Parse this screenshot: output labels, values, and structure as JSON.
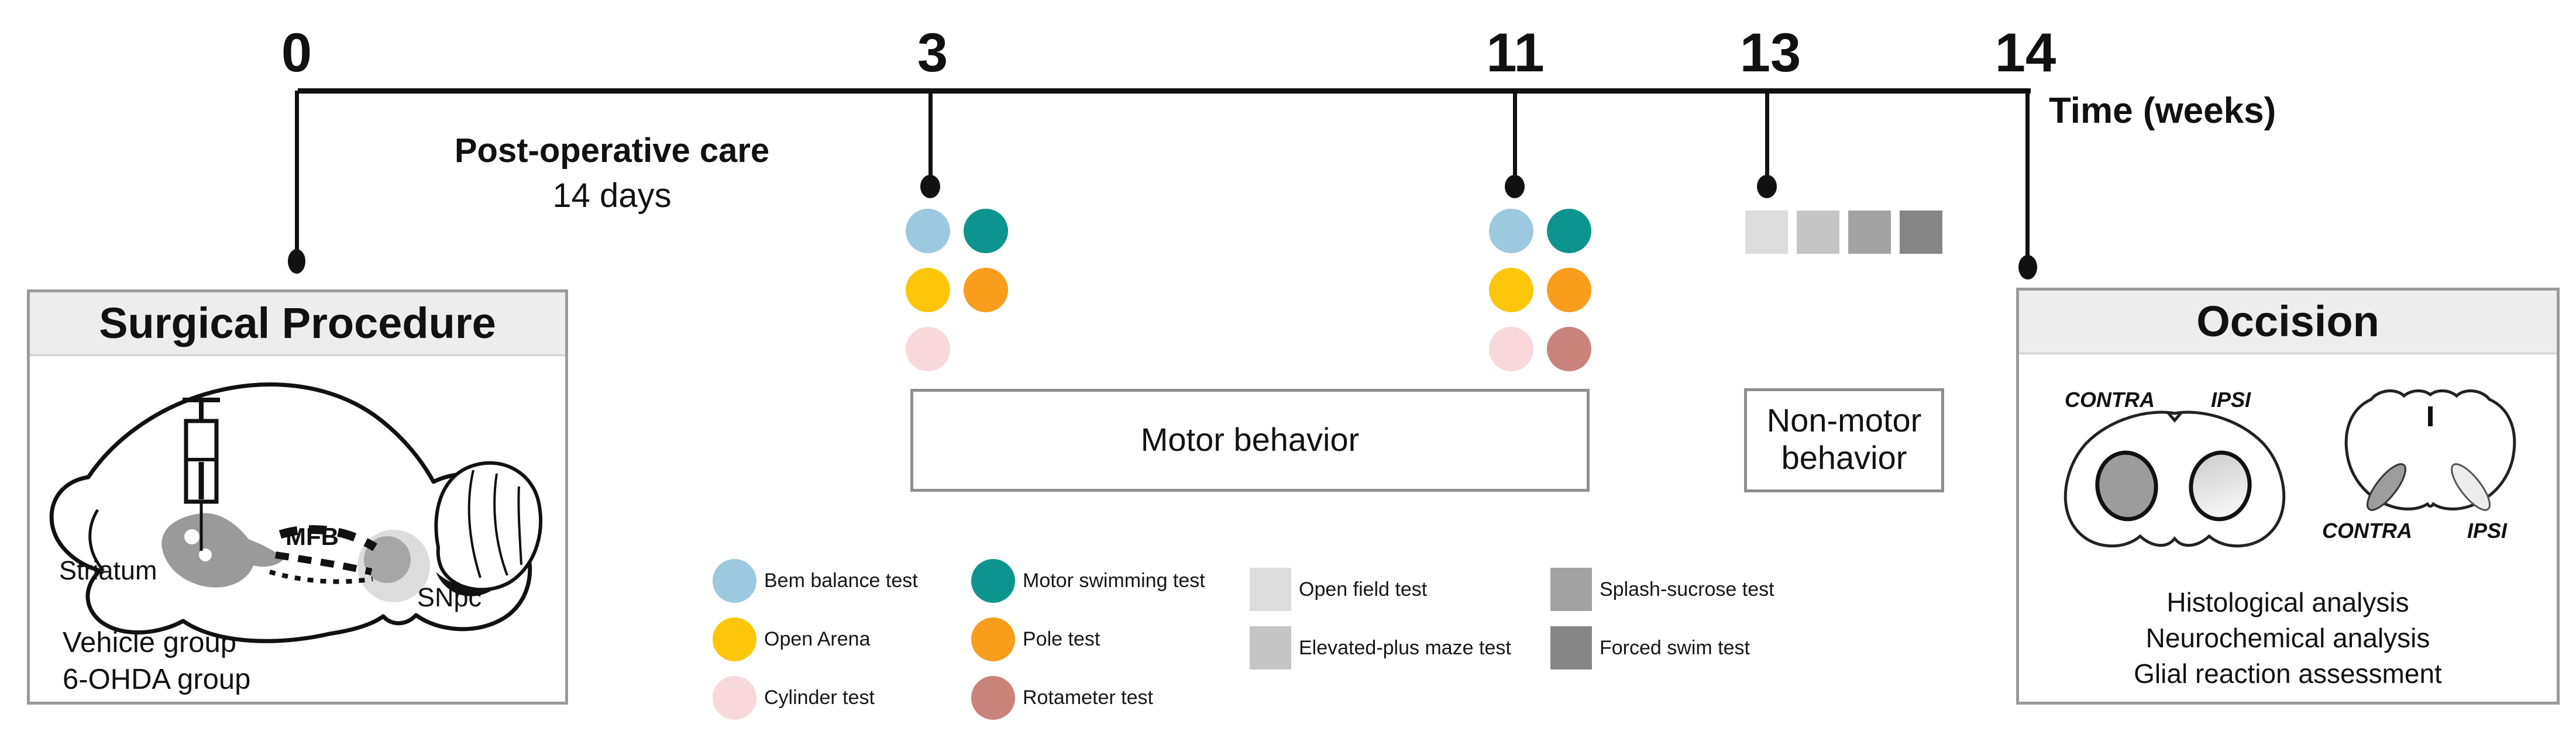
{
  "timeline": {
    "axis_label": "Time (weeks)",
    "weeks": [
      {
        "label": "0"
      },
      {
        "label": "3"
      },
      {
        "label": "11"
      },
      {
        "label": "13"
      },
      {
        "label": "14"
      }
    ],
    "post_operative_care": {
      "line1": "Post-operative care",
      "line2": "14 days"
    }
  },
  "colors": {
    "light_blue": "#9cc8e0",
    "teal": "#0e948e",
    "yellow": "#fdc60a",
    "orange": "#f99d1d",
    "pink": "#f8d8da",
    "rose": "#c9837b",
    "gray_lightest": "#dcdcdc",
    "gray_light": "#c5c5c5",
    "gray_medium": "#a2a2a2",
    "gray_dark": "#868686",
    "line_black": "#111111"
  },
  "test_markers": {
    "week3_grid": [
      [
        "light_blue",
        "teal"
      ],
      [
        "yellow",
        "orange"
      ],
      [
        "pink",
        null
      ]
    ],
    "week11_grid": [
      [
        "light_blue",
        "teal"
      ],
      [
        "yellow",
        "orange"
      ],
      [
        "pink",
        "rose"
      ]
    ],
    "week13_squares": [
      "gray_lightest",
      "gray_light",
      "gray_medium",
      "gray_dark"
    ]
  },
  "behavior_boxes": {
    "motor": "Motor behavior",
    "non_motor_line1": "Non-motor",
    "non_motor_line2": "behavior"
  },
  "surgical_box": {
    "title": "Surgical Procedure",
    "striatum_label": "Striatum",
    "mfb_label": "MFB",
    "snpc_label": "SNpc",
    "group_lines": [
      "Vehicle group",
      "6-OHDA group"
    ]
  },
  "occision_box": {
    "title": "Occision",
    "contra_label": "CONTRA",
    "ipsi_label": "IPSI",
    "analysis_lines": [
      "Histological analysis",
      "Neurochemical analysis",
      "Glial reaction assessment"
    ]
  },
  "legend": {
    "columns": [
      {
        "items": [
          {
            "label": "Bem balance test",
            "color": "light_blue",
            "shape": "circle"
          },
          {
            "label": "Open Arena",
            "color": "yellow",
            "shape": "circle"
          },
          {
            "label": "Cylinder test",
            "color": "pink",
            "shape": "circle"
          }
        ]
      },
      {
        "items": [
          {
            "label": "Motor swimming test",
            "color": "teal",
            "shape": "circle"
          },
          {
            "label": "Pole test",
            "color": "orange",
            "shape": "circle"
          },
          {
            "label": "Rotameter test",
            "color": "rose",
            "shape": "circle"
          }
        ]
      },
      {
        "items": [
          {
            "label": "Open field test",
            "color": "gray_lightest",
            "shape": "square"
          },
          {
            "label": "Elevated-plus maze test",
            "color": "gray_light",
            "shape": "square"
          }
        ]
      },
      {
        "items": [
          {
            "label": "Splash-sucrose test",
            "color": "gray_medium",
            "shape": "square"
          },
          {
            "label": "Forced swim test",
            "color": "gray_dark",
            "shape": "square"
          }
        ]
      }
    ]
  }
}
